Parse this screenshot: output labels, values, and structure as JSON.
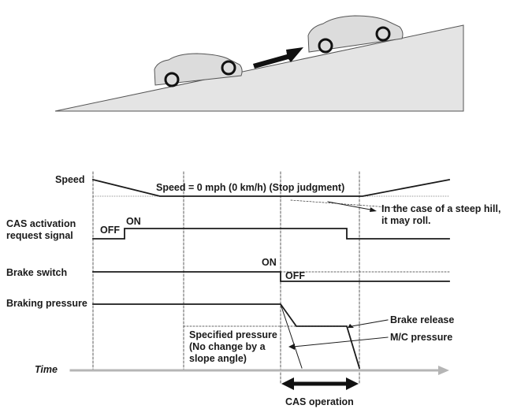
{
  "labels": {
    "speed": "Speed",
    "speed_note": "Speed = 0 mph (0 km/h) (Stop judgment)",
    "cas_signal": "CAS activation\nrequest signal",
    "off": "OFF",
    "on": "ON",
    "brake_switch": "Brake switch",
    "brake_on": "ON",
    "brake_off": "OFF",
    "braking_pressure": "Braking pressure",
    "steep_hill": "In the case of a steep hill,\nit may roll.",
    "brake_release": "Brake release",
    "mc_pressure": "M/C pressure",
    "specified_pressure": "Specified pressure\n(No change by a\nslope angle)",
    "time": "Time",
    "cas_operation": "CAS operation"
  },
  "colors": {
    "line": "#1a1a1a",
    "hill": "#e4e4e4",
    "car": "#dcdcdc",
    "time_axis": "#b5b5b5"
  }
}
